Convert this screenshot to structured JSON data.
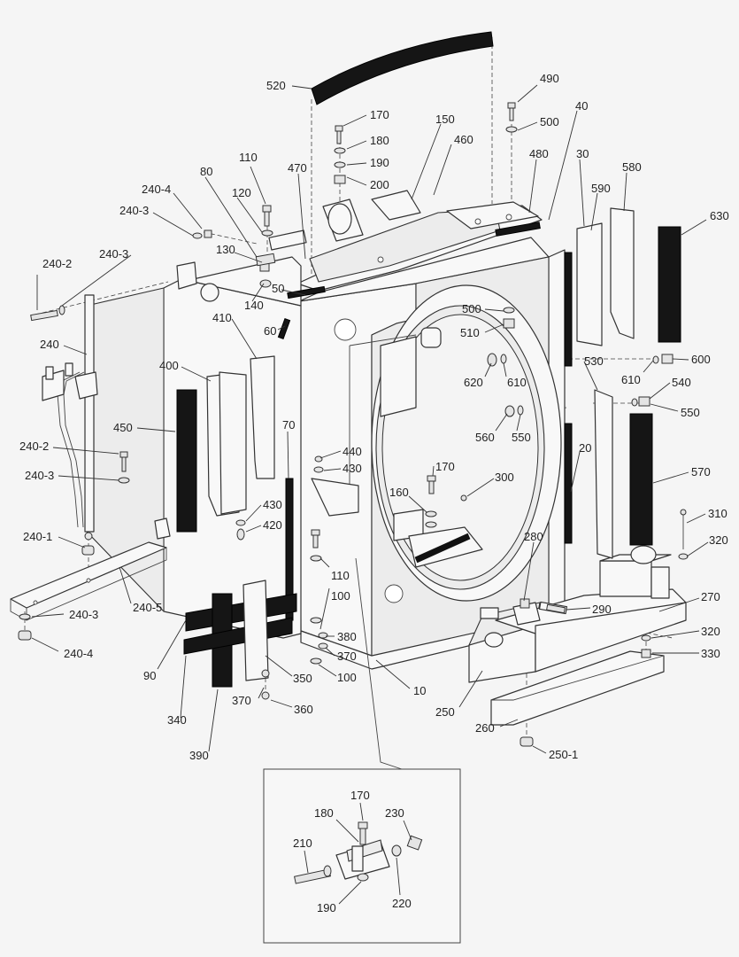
{
  "callouts": [
    {
      "id": "c520",
      "text": "520"
    },
    {
      "id": "c490",
      "text": "490"
    },
    {
      "id": "c170a",
      "text": "170"
    },
    {
      "id": "c500a",
      "text": "500"
    },
    {
      "id": "c40",
      "text": "40"
    },
    {
      "id": "c150",
      "text": "150"
    },
    {
      "id": "c180a",
      "text": "180"
    },
    {
      "id": "c460",
      "text": "460"
    },
    {
      "id": "c190a",
      "text": "190"
    },
    {
      "id": "c480",
      "text": "480"
    },
    {
      "id": "c30",
      "text": "30"
    },
    {
      "id": "c580",
      "text": "580"
    },
    {
      "id": "c110a",
      "text": "110"
    },
    {
      "id": "c80",
      "text": "80"
    },
    {
      "id": "c470",
      "text": "470"
    },
    {
      "id": "c200",
      "text": "200"
    },
    {
      "id": "c590",
      "text": "590"
    },
    {
      "id": "c630",
      "text": "630"
    },
    {
      "id": "c2404a",
      "text": "240-4"
    },
    {
      "id": "c120",
      "text": "120"
    },
    {
      "id": "c2403a",
      "text": "240-3"
    },
    {
      "id": "c2403b",
      "text": "240-3"
    },
    {
      "id": "c2402a",
      "text": "240-2"
    },
    {
      "id": "c130",
      "text": "130"
    },
    {
      "id": "c50",
      "text": "50"
    },
    {
      "id": "c140",
      "text": "140"
    },
    {
      "id": "c500b",
      "text": "500"
    },
    {
      "id": "c60",
      "text": "60"
    },
    {
      "id": "c410",
      "text": "410"
    },
    {
      "id": "c510",
      "text": "510"
    },
    {
      "id": "c240",
      "text": "240"
    },
    {
      "id": "c400",
      "text": "400"
    },
    {
      "id": "c600",
      "text": "600"
    },
    {
      "id": "c530",
      "text": "530"
    },
    {
      "id": "c610a",
      "text": "610"
    },
    {
      "id": "c620",
      "text": "620"
    },
    {
      "id": "c610b",
      "text": "610"
    },
    {
      "id": "c540",
      "text": "540"
    },
    {
      "id": "c550a",
      "text": "550"
    },
    {
      "id": "c450",
      "text": "450"
    },
    {
      "id": "c70",
      "text": "70"
    },
    {
      "id": "c560",
      "text": "560"
    },
    {
      "id": "c550b",
      "text": "550"
    },
    {
      "id": "c440",
      "text": "440"
    },
    {
      "id": "c2402b",
      "text": "240-2"
    },
    {
      "id": "c20",
      "text": "20"
    },
    {
      "id": "c430a",
      "text": "430"
    },
    {
      "id": "c170b",
      "text": "170"
    },
    {
      "id": "c570",
      "text": "570"
    },
    {
      "id": "c2403c",
      "text": "240-3"
    },
    {
      "id": "c300",
      "text": "300"
    },
    {
      "id": "c160",
      "text": "160"
    },
    {
      "id": "c430b",
      "text": "430"
    },
    {
      "id": "c420",
      "text": "420"
    },
    {
      "id": "c310",
      "text": "310"
    },
    {
      "id": "c2401",
      "text": "240-1"
    },
    {
      "id": "c320a",
      "text": "320"
    },
    {
      "id": "c280",
      "text": "280"
    },
    {
      "id": "c110b",
      "text": "110"
    },
    {
      "id": "c100a",
      "text": "100"
    },
    {
      "id": "c2405",
      "text": "240-5"
    },
    {
      "id": "c270",
      "text": "270"
    },
    {
      "id": "c290",
      "text": "290"
    },
    {
      "id": "c2403d",
      "text": "240-3"
    },
    {
      "id": "c380",
      "text": "380"
    },
    {
      "id": "c320b",
      "text": "320"
    },
    {
      "id": "c2404b",
      "text": "240-4"
    },
    {
      "id": "c370a",
      "text": "370"
    },
    {
      "id": "c330",
      "text": "330"
    },
    {
      "id": "c90",
      "text": "90"
    },
    {
      "id": "c350",
      "text": "350"
    },
    {
      "id": "c100b",
      "text": "100"
    },
    {
      "id": "c10",
      "text": "10"
    },
    {
      "id": "c370b",
      "text": "370"
    },
    {
      "id": "c250",
      "text": "250"
    },
    {
      "id": "c340",
      "text": "340"
    },
    {
      "id": "c360",
      "text": "360"
    },
    {
      "id": "c260",
      "text": "260"
    },
    {
      "id": "c390",
      "text": "390"
    },
    {
      "id": "c2501",
      "text": "250-1"
    },
    {
      "id": "d170",
      "text": "170"
    },
    {
      "id": "d180",
      "text": "180"
    },
    {
      "id": "d230",
      "text": "230"
    },
    {
      "id": "d210",
      "text": "210"
    },
    {
      "id": "d220",
      "text": "220"
    },
    {
      "id": "d190",
      "text": "190"
    }
  ]
}
